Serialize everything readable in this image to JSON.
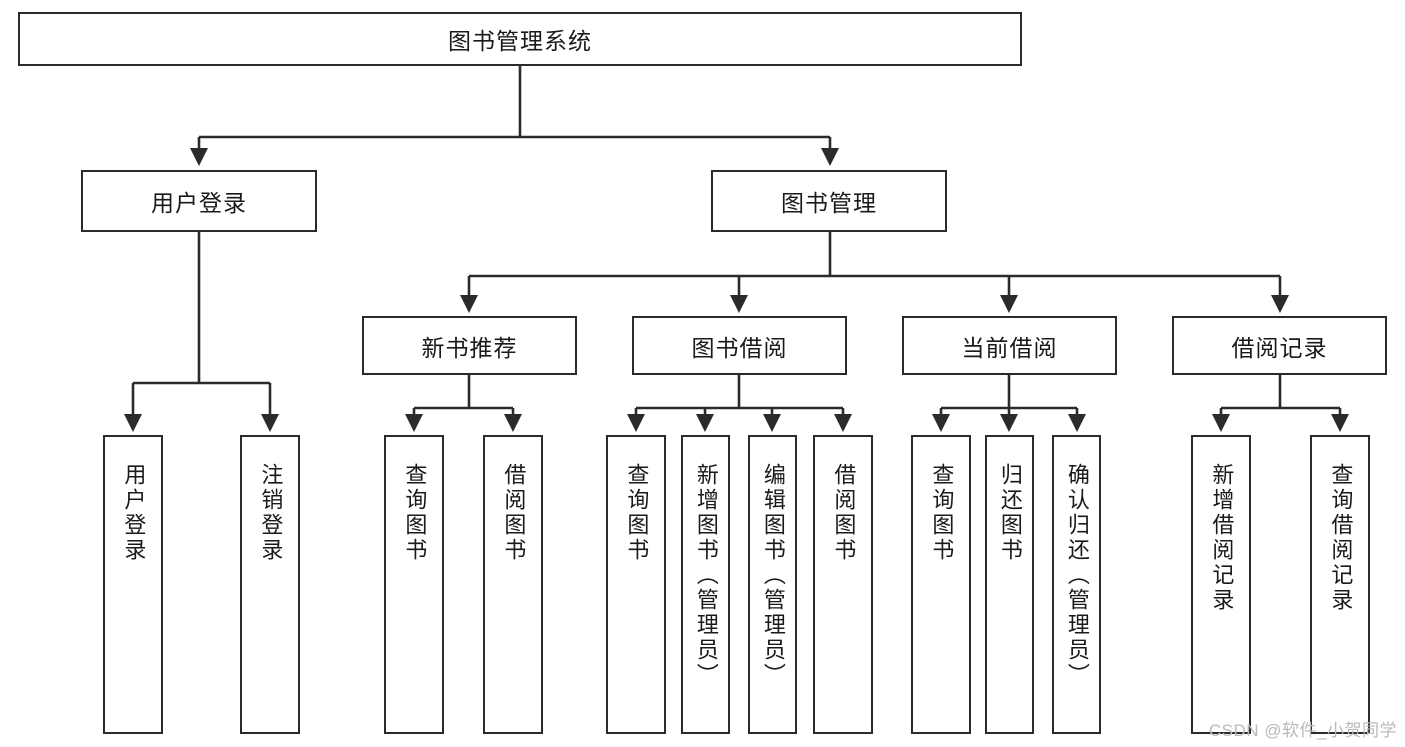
{
  "diagram": {
    "title": "图书管理系统",
    "type": "tree",
    "root": {
      "label": "图书管理系统"
    },
    "level2": [
      {
        "label": "用户登录"
      },
      {
        "label": "图书管理"
      }
    ],
    "level3": [
      {
        "label": "新书推荐"
      },
      {
        "label": "图书借阅"
      },
      {
        "label": "当前借阅"
      },
      {
        "label": "借阅记录"
      }
    ],
    "leaves": [
      {
        "label": "用户登录"
      },
      {
        "label": "注销登录"
      },
      {
        "label": "查询图书"
      },
      {
        "label": "借阅图书"
      },
      {
        "label": "查询图书"
      },
      {
        "label": "新增图书（管理员）"
      },
      {
        "label": "编辑图书（管理员）"
      },
      {
        "label": "借阅图书"
      },
      {
        "label": "查询图书"
      },
      {
        "label": "归还图书"
      },
      {
        "label": "确认归还（管理员）"
      },
      {
        "label": "新增借阅记录"
      },
      {
        "label": "查询借阅记录"
      }
    ]
  },
  "watermark": {
    "text": "CSDN @软件_小贺同学"
  },
  "colors": {
    "stroke": "#2b2b2b",
    "background": "#ffffff",
    "text": "#1a1a1a",
    "watermark": "#b9b9b9"
  }
}
